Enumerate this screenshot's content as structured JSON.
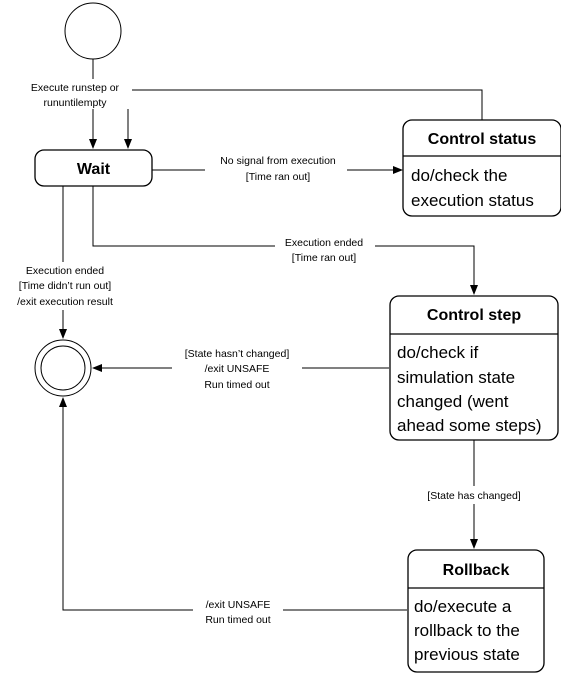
{
  "states": {
    "wait": {
      "title": "Wait"
    },
    "control_status": {
      "title": "Control status",
      "body": [
        "do/check the",
        "execution status"
      ]
    },
    "control_step": {
      "title": "Control step",
      "body": [
        "do/check if",
        "simulation state",
        "changed (went",
        "ahead some steps)"
      ]
    },
    "rollback": {
      "title": "Rollback",
      "body": [
        "do/execute a",
        "rollback to the",
        "previous state"
      ]
    }
  },
  "transitions": {
    "start_to_wait": [
      "Execute runstep or",
      "rununtilempty"
    ],
    "wait_to_control_status": [
      "No signal from execution",
      "[Time ran out]"
    ],
    "wait_to_control_step": [
      "Execution ended",
      "[Time ran out]"
    ],
    "wait_to_end": [
      "Execution ended",
      "[Time didn’t run out]",
      "/exit execution result"
    ],
    "control_step_to_end": [
      "[State hasn’t changed]",
      "/exit UNSAFE",
      "Run timed out"
    ],
    "control_step_to_rollback": [
      "[State has changed]"
    ],
    "rollback_to_end": [
      "/exit UNSAFE",
      "Run timed out"
    ]
  }
}
